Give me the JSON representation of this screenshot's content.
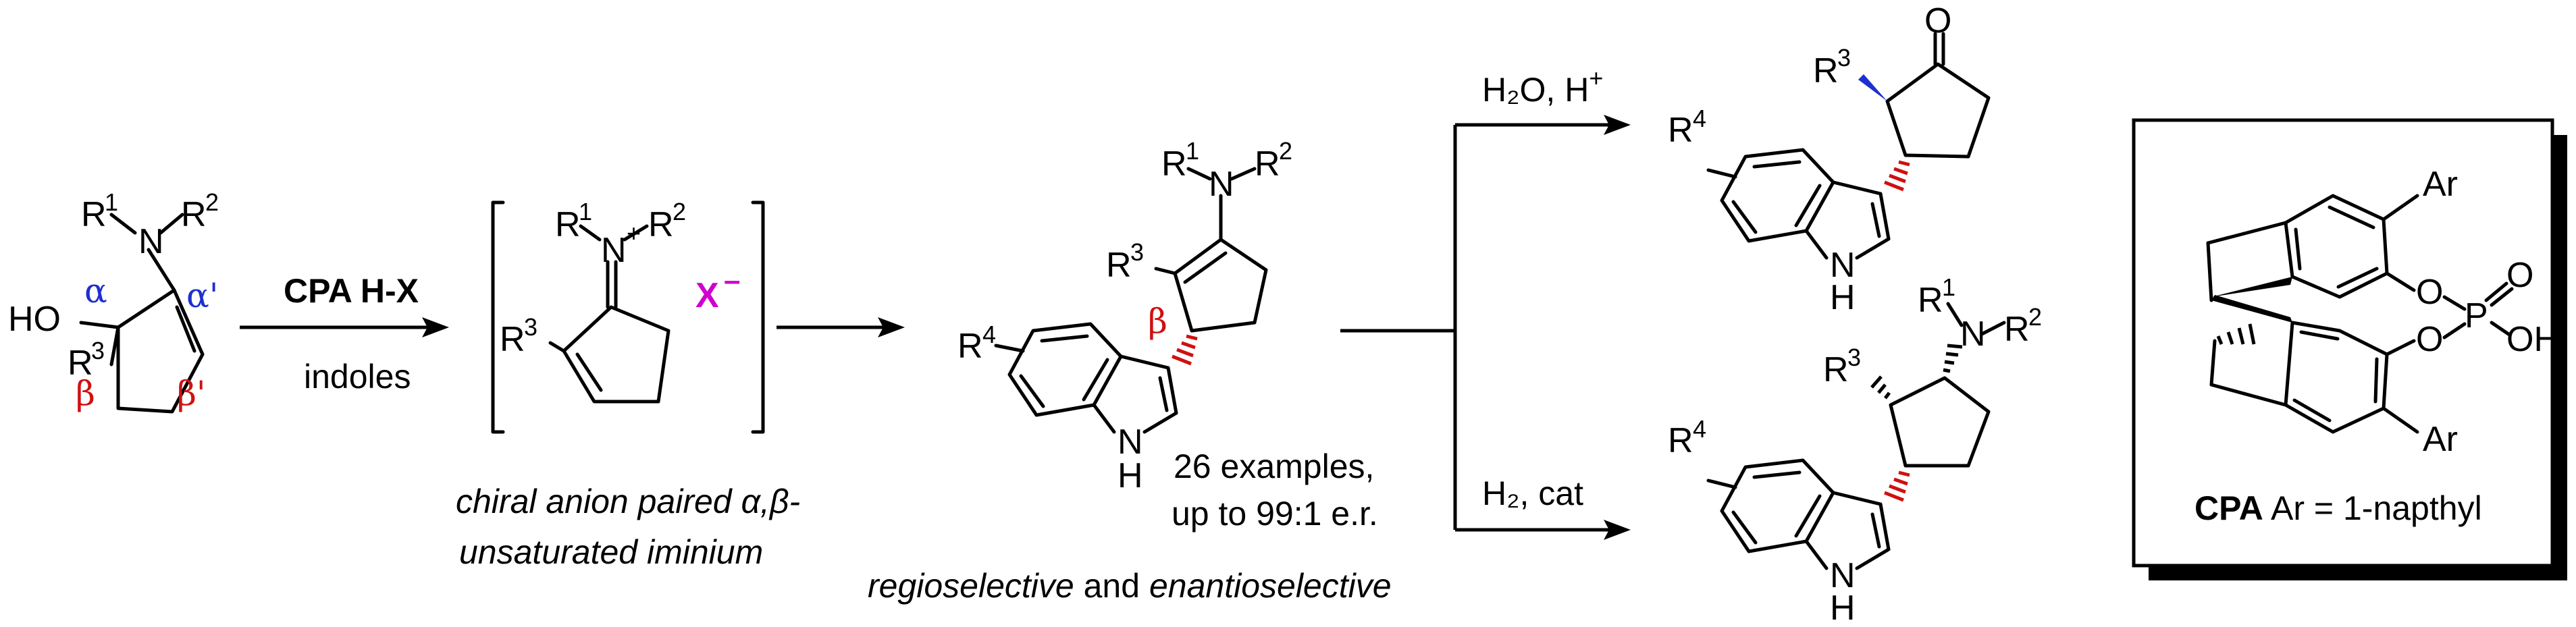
{
  "reagents": {
    "catalyst": "CPA H-X",
    "nucleophile": "indoles"
  },
  "intermediate": {
    "anion": "X",
    "anion_charge": "–",
    "caption_line1": "chiral anion paired α,β-",
    "caption_line2": "unsaturated iminium"
  },
  "product": {
    "examples": "26 examples,",
    "er": "up to 99:1 e.r.",
    "selectivity_a": "regioselective",
    "selectivity_and": "and",
    "selectivity_b": "enantioselective"
  },
  "branch_top": {
    "reagent": "H₂O, H",
    "reagent_sup": "+"
  },
  "branch_bottom": {
    "reagent": "H₂, cat"
  },
  "cpa_box": {
    "label_bold": "CPA",
    "label_rest": "Ar = 1-napthyl",
    "ar_top": "Ar",
    "ar_bottom": "Ar"
  },
  "labels": {
    "alpha": "α",
    "alpha_prime": "α'",
    "beta": "β",
    "beta_prime": "β'",
    "R": "R",
    "N": "N",
    "HO": "HO",
    "H": "H",
    "O": "O",
    "P": "P",
    "OH": "OH",
    "plus": "+",
    "one": "1",
    "two": "2",
    "three": "3",
    "four": "4"
  },
  "colors": {
    "red": "#d01010",
    "blue": "#1f2fcf",
    "magenta": "#d000d0"
  }
}
